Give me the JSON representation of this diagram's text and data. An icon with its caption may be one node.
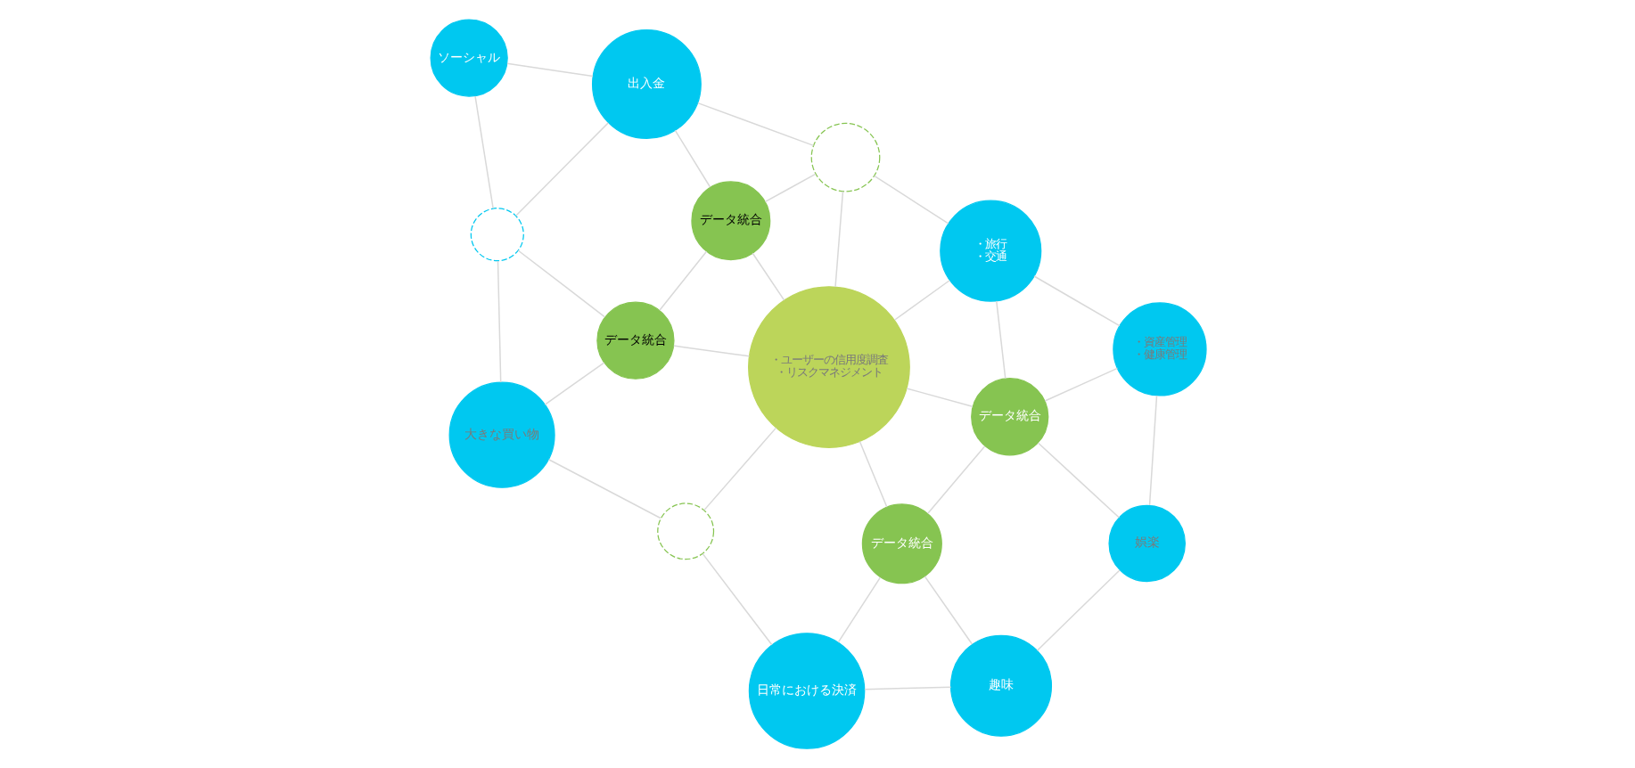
{
  "diagram": {
    "nodes": [
      {
        "text": [
          "大きな買い物"
        ]
      },
      {
        "text": [],
        "shape": "circle"
      },
      {
        "text": [
          "日常における決済"
        ]
      },
      {
        "text": [
          "趣味"
        ]
      },
      {
        "text": [],
        "shape": "circle"
      },
      {
        "text": [
          "データ統合"
        ]
      },
      {
        "text": [
          "・ユーザーの信用度調査",
          "・リスクマネジメント"
        ]
      },
      {
        "text": [
          "データ統合"
        ]
      },
      {
        "text": [
          "ソーシャル"
        ]
      },
      {
        "text": [
          "娯楽"
        ]
      },
      {
        "text": [
          "データ統合"
        ]
      },
      {
        "text": [
          "出入金"
        ]
      },
      {
        "text": [
          "データ統合"
        ]
      },
      {
        "text": [],
        "shape": "circle"
      },
      {
        "text": [
          "・旅行",
          "・交通"
        ]
      },
      {
        "text": [
          "・資産管理",
          "・健康管理"
        ]
      }
    ],
    "edges": [
      {
        "from": 4,
        "to": 0,
        "arrow": "none"
      },
      {
        "from": 0,
        "to": 1,
        "arrow": "none"
      },
      {
        "from": 1,
        "to": 2,
        "arrow": "none"
      },
      {
        "from": 2,
        "to": 3,
        "arrow": "none"
      },
      {
        "from": 0,
        "to": 5,
        "arrow": "none"
      },
      {
        "from": 4,
        "to": 5,
        "arrow": "none"
      },
      {
        "from": 4,
        "to": 8,
        "arrow": "none"
      },
      {
        "from": 4,
        "to": 11,
        "arrow": "none"
      },
      {
        "from": 8,
        "to": 11,
        "arrow": "none"
      },
      {
        "from": 5,
        "to": 6,
        "arrow": "none"
      },
      {
        "from": 5,
        "to": 12,
        "arrow": "none"
      },
      {
        "from": 1,
        "to": 6,
        "arrow": "none"
      },
      {
        "from": 12,
        "to": 6,
        "arrow": "none"
      },
      {
        "from": 11,
        "to": 12,
        "arrow": "none"
      },
      {
        "from": 12,
        "to": 13,
        "arrow": "none"
      },
      {
        "from": 11,
        "to": 13,
        "arrow": "none"
      },
      {
        "from": 6,
        "to": 13,
        "arrow": "none"
      },
      {
        "from": 13,
        "to": 14,
        "arrow": "none"
      },
      {
        "from": 6,
        "to": 7,
        "arrow": "none"
      },
      {
        "from": 2,
        "to": 7,
        "arrow": "none"
      },
      {
        "from": 7,
        "to": 3,
        "arrow": "none"
      },
      {
        "from": 7,
        "to": 10,
        "arrow": "none"
      },
      {
        "from": 6,
        "to": 10,
        "arrow": "none"
      },
      {
        "from": 6,
        "to": 14,
        "arrow": "none"
      },
      {
        "from": 10,
        "to": 14,
        "arrow": "none"
      },
      {
        "from": 10,
        "to": 9,
        "arrow": "none"
      },
      {
        "from": 10,
        "to": 15,
        "arrow": "none"
      },
      {
        "from": 3,
        "to": 9,
        "arrow": "none"
      },
      {
        "from": 9,
        "to": 15,
        "arrow": "none"
      },
      {
        "from": 14,
        "to": 15,
        "arrow": "none"
      }
    ]
  }
}
